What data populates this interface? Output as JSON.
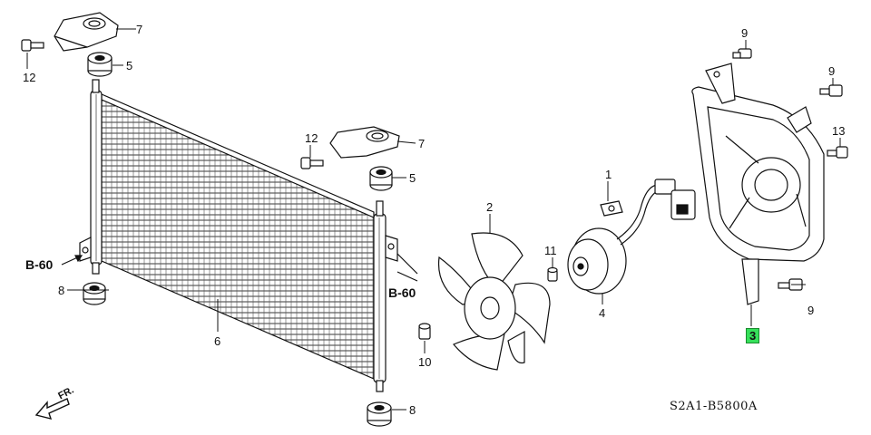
{
  "callouts": {
    "c1": "1",
    "c2": "2",
    "c3": "3",
    "c4": "4",
    "c5a": "5",
    "c5b": "5",
    "c6": "6",
    "c7a": "7",
    "c7b": "7",
    "c8a": "8",
    "c8b": "8",
    "c9a": "9",
    "c9b": "9",
    "c9c": "9",
    "c10": "10",
    "c11": "11",
    "c12a": "12",
    "c12b": "12",
    "c13": "13"
  },
  "refs": {
    "left": "B-60",
    "right": "B-60"
  },
  "diagram_code": "S2A1-B5800A",
  "direction_label": "FR.",
  "colors": {
    "ink": "#111111",
    "highlight": "#36e05a"
  }
}
